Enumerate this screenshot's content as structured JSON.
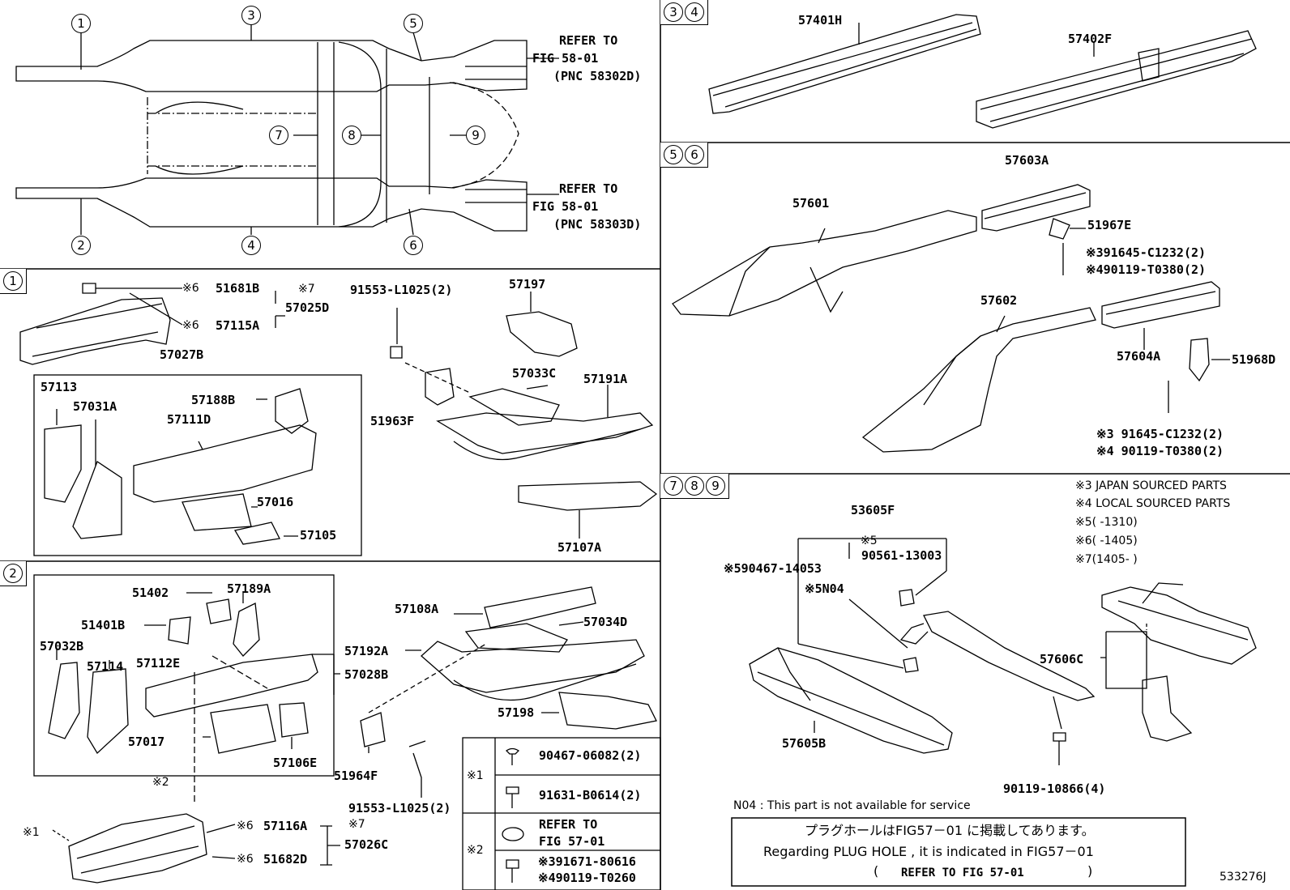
{
  "overview": {
    "refer1": [
      "REFER TO",
      "FIG 58-01",
      "(PNC 58302D)"
    ],
    "refer2": [
      "REFER TO",
      "FIG 58-01",
      "(PNC 58303D)"
    ],
    "markers": [
      "1",
      "2",
      "3",
      "4",
      "5",
      "6",
      "7",
      "8",
      "9"
    ]
  },
  "p34": {
    "hdr": [
      "3",
      "4"
    ],
    "labels": [
      "57401H",
      "57402F"
    ]
  },
  "p56": {
    "hdr": [
      "5",
      "6"
    ],
    "labels": [
      "57601",
      "57603A",
      "51967E",
      "※391645-C1232(2)",
      "※490119-T0380(2)",
      "57602",
      "57604A",
      "51968D",
      "※3 91645-C1232(2)",
      "※4 90119-T0380(2)"
    ]
  },
  "p1": {
    "hdr": "1",
    "labels": [
      "※6",
      "51681B",
      "※7",
      "57025D",
      "※6",
      "57115A",
      "91553-L1025(2)",
      "57197",
      "57027B",
      "57113",
      "57031A",
      "57188B",
      "57111D",
      "57016",
      "57105",
      "51963F",
      "57033C",
      "57191A",
      "57107A"
    ]
  },
  "p2": {
    "hdr": "2",
    "labels": [
      "51402",
      "57189A",
      "51401B",
      "57032B",
      "57114",
      "57112E",
      "57028B",
      "57017",
      "57106E",
      "※2",
      "57108A",
      "57034D",
      "57192A",
      "57198",
      "51964F",
      "91553-L1025(2)",
      "※1",
      "※6",
      "57116A",
      "※7",
      "57026C",
      "※6",
      "51682D"
    ]
  },
  "legend": {
    "mark1": "※1",
    "mark2": "※2",
    "r1": "90467-06082(2)",
    "r2": "91631-B0614(2)",
    "r3": [
      "REFER TO",
      "FIG 57-01"
    ],
    "r4": [
      "※391671-80616",
      "※490119-T0260"
    ]
  },
  "p789": {
    "hdr": [
      "7",
      "8",
      "9"
    ],
    "notes": [
      "※3 JAPAN SOURCED PARTS",
      "※4 LOCAL SOURCED PARTS",
      "※5(      -1310)",
      "※6(      -1405)",
      "※7(1405-      )"
    ],
    "labels": [
      "53605F",
      "※5",
      "90561-13003",
      "※590467-14053",
      "※5N04",
      "57606C",
      "57605B",
      "90119-10866(4)"
    ]
  },
  "footer": {
    "n04": "N04 : This part is not available for service",
    "jp": "プラグホールはFIG57－01 に掲載してあります。",
    "en": "Regarding  PLUG  HOLE , it  is  indicated  in  FIG57－01",
    "refer": "REFER TO FIG 57-01",
    "open": "(",
    "close": ")",
    "code": "533276J"
  }
}
